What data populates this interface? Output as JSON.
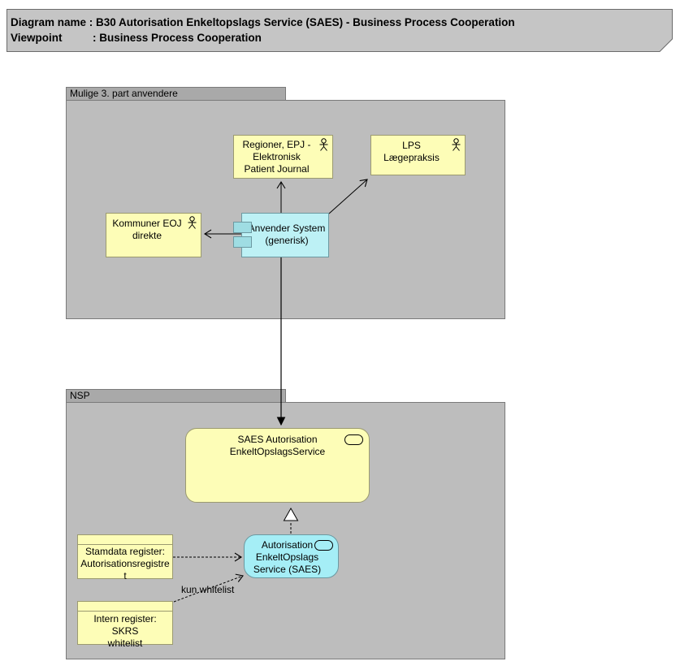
{
  "title": {
    "line1": "Diagram name : B30 Autorisation Enkeltopslags Service (SAES) - Business Process Cooperation",
    "line2": "Viewpoint          : Business Process Cooperation"
  },
  "groups": {
    "third_party": "Mulige 3. part anvendere",
    "nsp": "NSP"
  },
  "nodes": {
    "regioner": "Regioner, EPJ -\nElektronisk\nPatient Journal",
    "lps": "LPS\nLægepraksis",
    "kommuner": "Kommuner EOJ\ndirekte",
    "anvender": "Anvender System\n(generisk)",
    "saes_service": "SAES Autorisation\nEnkeltOpslagsService",
    "autorisation": "Autorisation\nEnkeltOpslags\nService (SAES)",
    "stamdata": "Stamdata register:\nAutorisationsregistre\nt",
    "intern": "Intern register: SKRS\nwhitelist"
  },
  "labels": {
    "kun_whitelist": "kun whitelist"
  },
  "icons": {
    "actor": "actor-icon",
    "component": "component-icon",
    "service": "service-icon",
    "realization": "realization-triangle-icon"
  },
  "colors": {
    "business_fill": "#fdfdb7",
    "business_border": "#9b9a70",
    "application_fill": "#bdf1f5",
    "application_border": "#6c99a1",
    "group_body": "#bdbdbd",
    "group_tab": "#a9a9a9",
    "note_fill": "#c5c5c5",
    "connector": "#000000"
  }
}
